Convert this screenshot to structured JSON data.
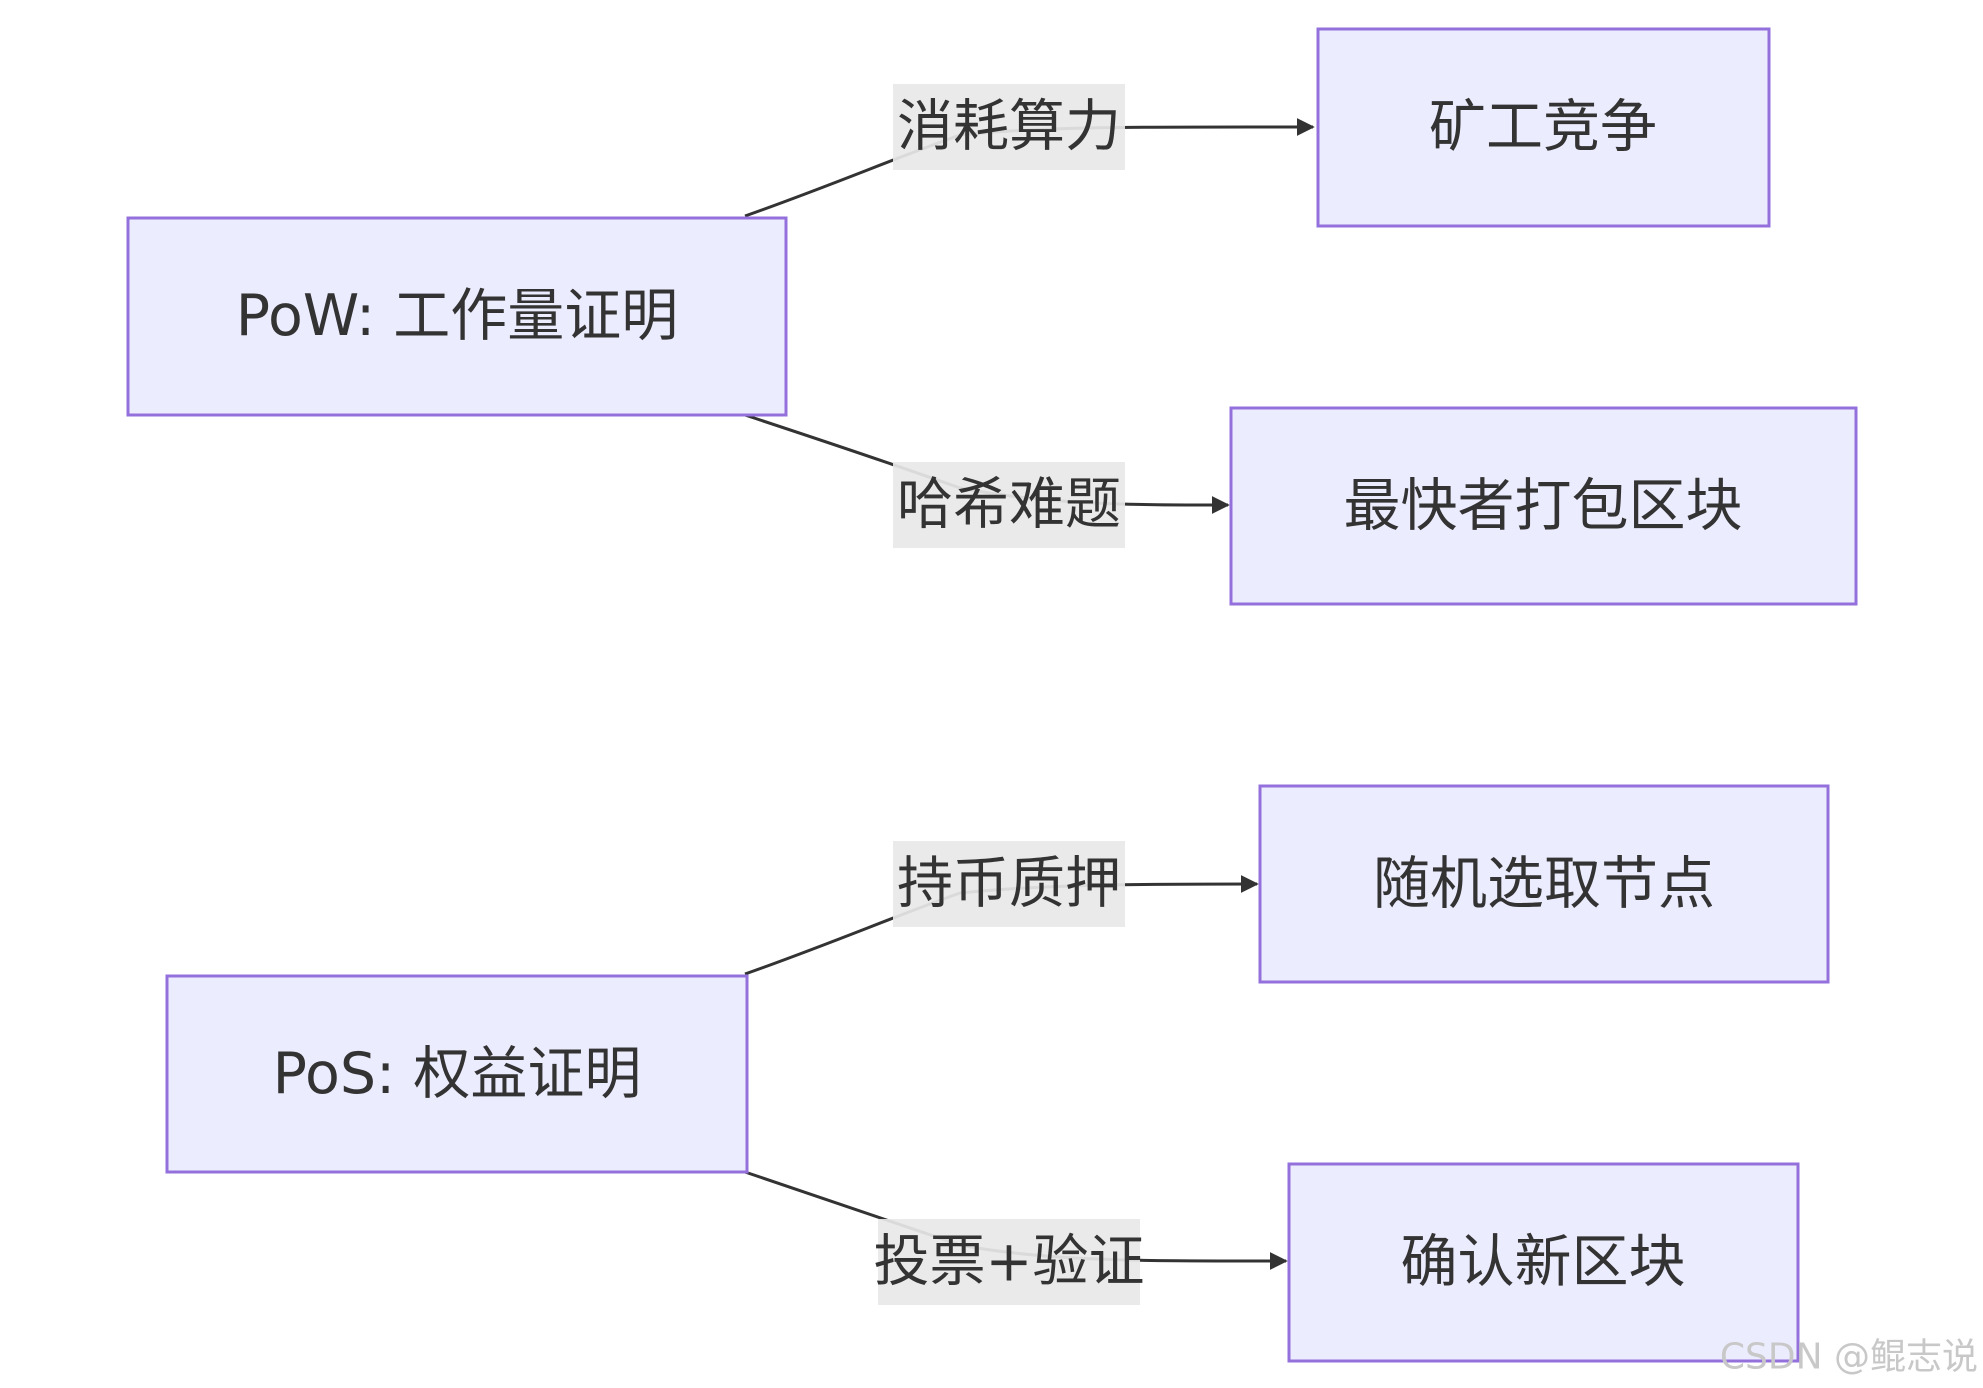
{
  "diagram": {
    "type": "flowchart",
    "nodes": {
      "pow": "PoW: 工作量证明",
      "miner": "矿工竞争",
      "fastest": "最快者打包区块",
      "pos": "PoS: 权益证明",
      "random": "随机选取节点",
      "confirm": "确认新区块"
    },
    "edges": [
      {
        "from": "pow",
        "to": "miner",
        "label": "消耗算力"
      },
      {
        "from": "pow",
        "to": "fastest",
        "label": "哈希难题"
      },
      {
        "from": "pos",
        "to": "random",
        "label": "持币质押"
      },
      {
        "from": "pos",
        "to": "confirm",
        "label": "投票+验证"
      }
    ],
    "colors": {
      "node_fill": "#ECECFF",
      "node_stroke": "#9370DB",
      "edge": "#333333",
      "label_bg": "#e8e8e8",
      "text": "#333333"
    }
  },
  "watermark": "CSDN @鲲志说"
}
